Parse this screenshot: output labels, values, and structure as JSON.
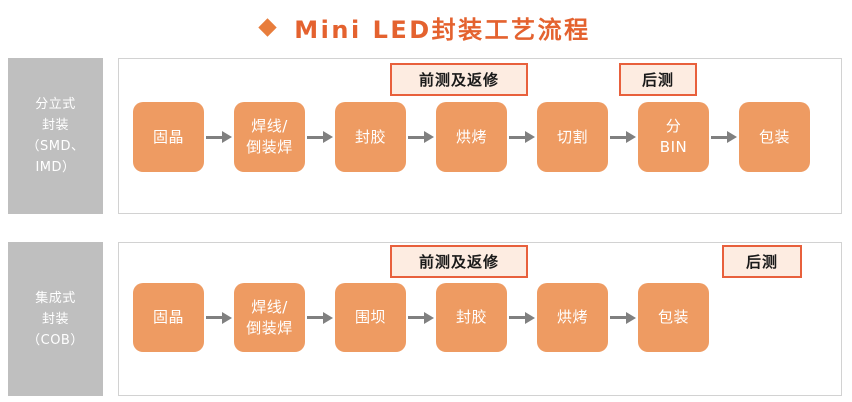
{
  "title": {
    "bullet_icon": "diamond-bullet-icon",
    "text": "Mini LED封装工艺流程",
    "color": "#E4622F"
  },
  "theme": {
    "step_fill": "#EE9B62",
    "step_text": "#FFFFFF",
    "label_fill": "#BFBFBF",
    "label_text": "#FFFFFF",
    "callout_fill": "#FDECE1",
    "callout_border": "#E8603C",
    "arrow_color": "#808080",
    "panel_border": "#D2D2D2",
    "accent": "#E87D3C"
  },
  "rows": [
    {
      "label": "分立式\n封装\n（SMD、\nIMD）",
      "label_lines": [
        "分立式",
        "封装",
        "（SMD、",
        "IMD）"
      ],
      "steps": [
        {
          "text": "固晶",
          "lines": [
            "固晶"
          ]
        },
        {
          "text": "焊线/倒装焊",
          "lines": [
            "焊线/",
            "倒装焊"
          ]
        },
        {
          "text": "封胶",
          "lines": [
            "封胶"
          ]
        },
        {
          "text": "烘烤",
          "lines": [
            "烘烤"
          ]
        },
        {
          "text": "切割",
          "lines": [
            "切割"
          ]
        },
        {
          "text": "分BIN",
          "lines": [
            "分",
            "BIN"
          ]
        },
        {
          "text": "包装",
          "lines": [
            "包装"
          ]
        }
      ],
      "callouts": [
        {
          "key": "pre",
          "text": "前测及返修"
        },
        {
          "key": "post",
          "text": "后测"
        }
      ]
    },
    {
      "label": "集成式\n封装\n（COB）",
      "label_lines": [
        "集成式",
        "封装",
        "（COB）"
      ],
      "steps": [
        {
          "text": "固晶",
          "lines": [
            "固晶"
          ]
        },
        {
          "text": "焊线/倒装焊",
          "lines": [
            "焊线/",
            "倒装焊"
          ]
        },
        {
          "text": "围坝",
          "lines": [
            "围坝"
          ]
        },
        {
          "text": "封胶",
          "lines": [
            "封胶"
          ]
        },
        {
          "text": "烘烤",
          "lines": [
            "烘烤"
          ]
        },
        {
          "text": "包装",
          "lines": [
            "包装"
          ]
        }
      ],
      "callouts": [
        {
          "key": "pre",
          "text": "前测及返修"
        },
        {
          "key": "post",
          "text": "后测"
        }
      ]
    }
  ]
}
